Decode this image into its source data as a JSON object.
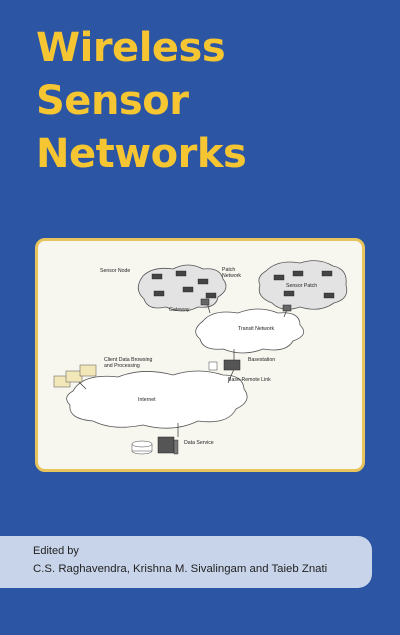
{
  "title": {
    "line1": "Wireless",
    "line2": "Sensor",
    "line3": "Networks"
  },
  "figure": {
    "labels": {
      "sensor_node": "Sensor Node",
      "patch_network": "Patch\nNetwork",
      "sensor_patch": "Sensor Patch",
      "gateway": "Gateway",
      "transit_network": "Transit Network",
      "client": "Client Data Browsing\nand Processing",
      "basestation": "Basestation",
      "base_remote_link": "Base-Remote Link",
      "internet": "Internet",
      "data_service": "Data Service"
    }
  },
  "credits": {
    "edited_by": "Edited by",
    "editors": "C.S. Raghavendra, Krishna M. Sivalingam and Taieb Znati"
  },
  "colors": {
    "background": "#2c55a4",
    "title": "#f6c532",
    "frame_border": "#e8c45c",
    "credit_box": "#c8d4ea"
  }
}
